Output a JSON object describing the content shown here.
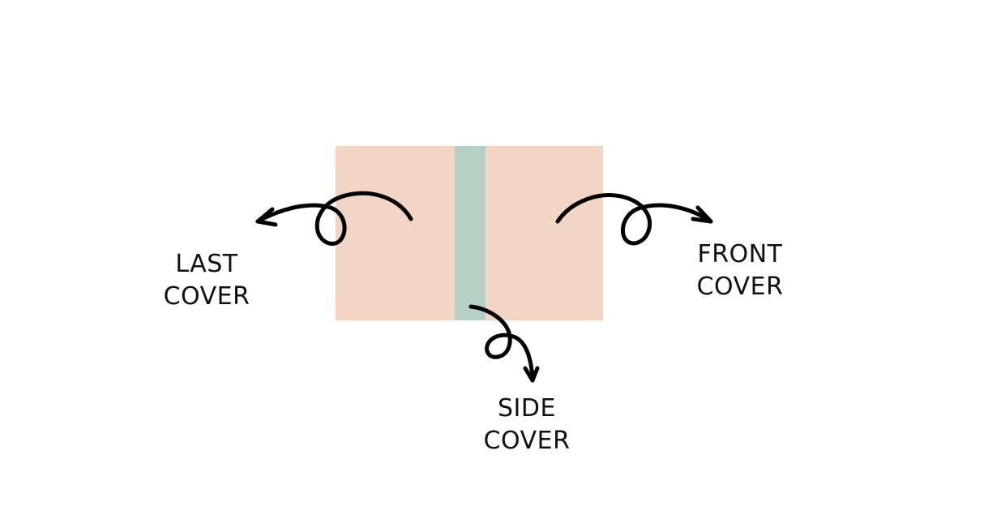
{
  "colors": {
    "cover": "#f2d5c4",
    "spine": "#b6d0c4",
    "arrow": "#000000",
    "text": "#111111"
  },
  "labels": {
    "last": {
      "line1": "LAST",
      "line2": "COVER"
    },
    "front": {
      "line1": "FRONT",
      "line2": "COVER"
    },
    "side": {
      "line1": "SIDE",
      "line2": "COVER"
    }
  },
  "icons": {
    "left_arrow": "curly-arrow-left-icon",
    "right_arrow": "curly-arrow-right-icon",
    "down_arrow": "curly-arrow-down-icon"
  }
}
